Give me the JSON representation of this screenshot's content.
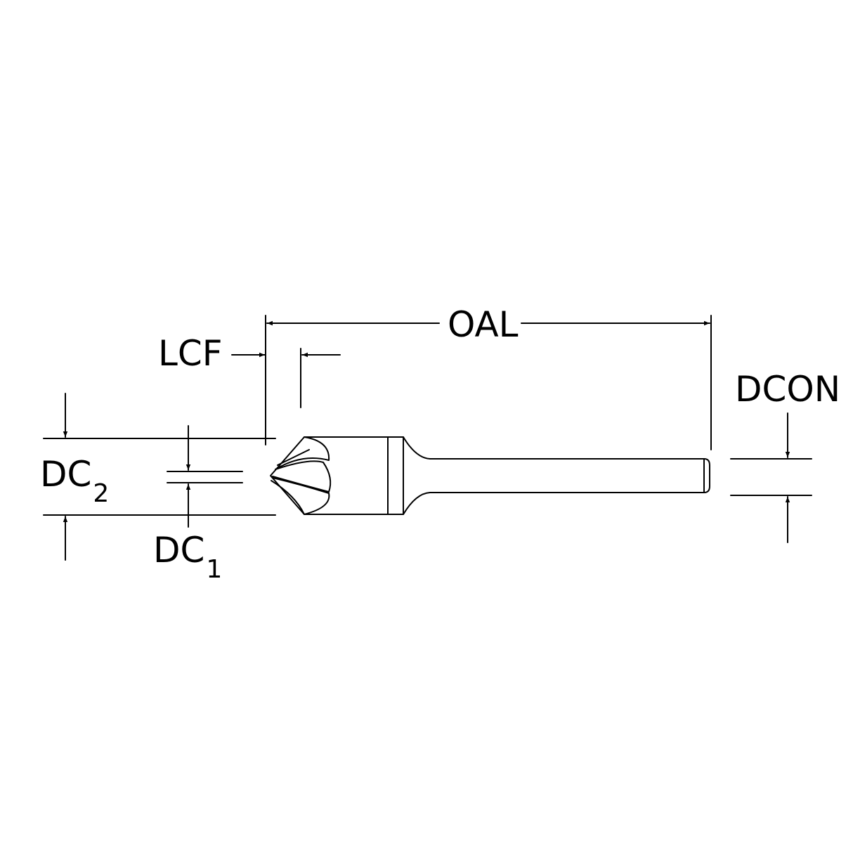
{
  "labels": {
    "oal": "OAL",
    "lcf": "LCF",
    "dcon": "DCON",
    "dc2_main": "DC",
    "dc2_sub": "2",
    "dc1_main": "DC",
    "dc1_sub": "1"
  },
  "colors": {
    "line": "#000000",
    "background": "#ffffff"
  }
}
